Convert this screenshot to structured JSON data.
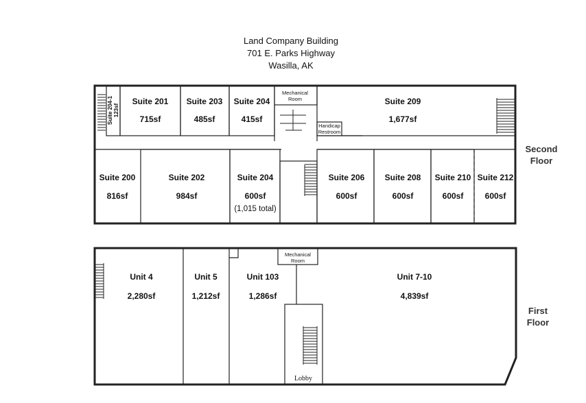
{
  "header": {
    "line1": "Land Company Building",
    "line2": "701 E. Parks Highway",
    "line3": "Wasilla, AK"
  },
  "second_floor": {
    "label_line1": "Second",
    "label_line2": "Floor",
    "mechanical_line1": "Mechanical",
    "mechanical_line2": "Room",
    "restroom_line1": "Handicap",
    "restroom_line2": "Restroom",
    "suites": [
      {
        "name": "Suite 201",
        "area": "715sf"
      },
      {
        "name": "Suite 203",
        "area": "485sf"
      },
      {
        "name": "Suite 204",
        "area": "415sf"
      },
      {
        "name": "Suite 209",
        "area": "1,677sf"
      },
      {
        "name": "Suite 204-1",
        "area": "123sf"
      },
      {
        "name": "Suite 200",
        "area": "816sf"
      },
      {
        "name": "Suite 202",
        "area": "984sf"
      },
      {
        "name": "Suite 204",
        "area": "600sf",
        "note": "(1,015 total)"
      },
      {
        "name": "Suite 206",
        "area": "600sf"
      },
      {
        "name": "Suite 208",
        "area": "600sf"
      },
      {
        "name": "Suite 210",
        "area": "600sf"
      },
      {
        "name": "Suite 212",
        "area": "600sf"
      }
    ]
  },
  "first_floor": {
    "label_line1": "First",
    "label_line2": "Floor",
    "mechanical_line1": "Mechanical",
    "mechanical_line2": "Room",
    "lobby": "Lobby",
    "units": [
      {
        "name": "Unit 4",
        "area": "2,280sf"
      },
      {
        "name": "Unit 5",
        "area": "1,212sf"
      },
      {
        "name": "Unit 103",
        "area": "1,286sf"
      },
      {
        "name": "Unit 7-10",
        "area": "4,839sf"
      }
    ]
  }
}
